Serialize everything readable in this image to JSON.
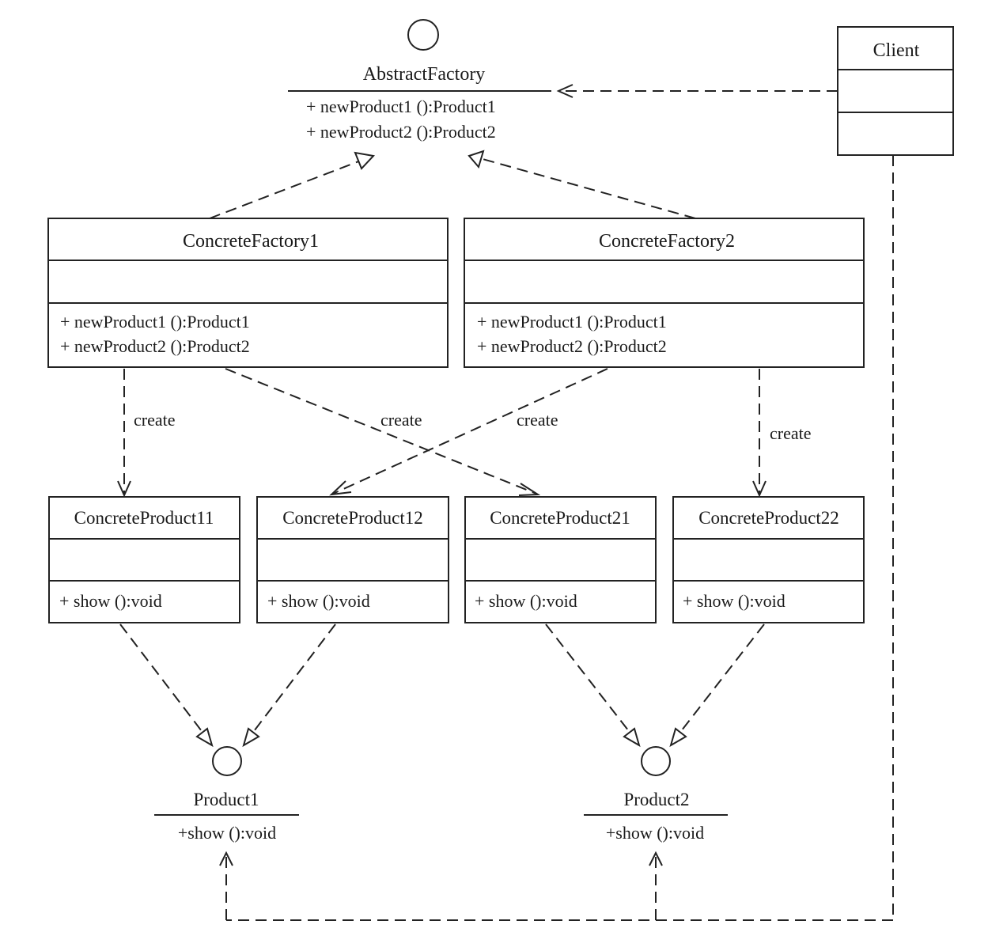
{
  "abstract_factory": {
    "name": "AbstractFactory",
    "ops": [
      "+ newProduct1 ():Product1",
      "+ newProduct2 ():Product2"
    ]
  },
  "client": {
    "name": "Client"
  },
  "factories": [
    {
      "name": "ConcreteFactory1",
      "ops": [
        "+ newProduct1 ():Product1",
        "+ newProduct2 ():Product2"
      ]
    },
    {
      "name": "ConcreteFactory2",
      "ops": [
        "+ newProduct1 ():Product1",
        "+ newProduct2 ():Product2"
      ]
    }
  ],
  "products": [
    {
      "name": "ConcreteProduct11",
      "op": "+ show ():void"
    },
    {
      "name": "ConcreteProduct12",
      "op": "+ show ():void"
    },
    {
      "name": "ConcreteProduct21",
      "op": "+ show ():void"
    },
    {
      "name": "ConcreteProduct22",
      "op": "+ show ():void"
    }
  ],
  "interfaces": [
    {
      "name": "Product1",
      "op": "+show ():void"
    },
    {
      "name": "Product2",
      "op": "+show ():void"
    }
  ],
  "create_labels": [
    "create",
    "create",
    "create",
    "create"
  ]
}
